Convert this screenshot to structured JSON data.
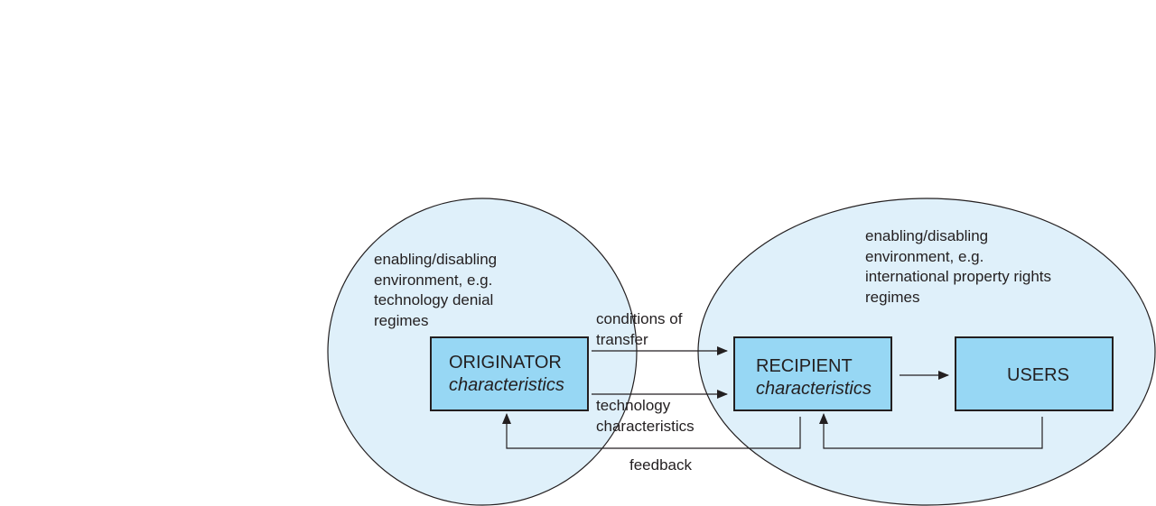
{
  "colors": {
    "ellipse_fill": "#dff0fa",
    "box_fill": "#97d7f4",
    "stroke": "#231f20"
  },
  "left_environment": {
    "lines": [
      "enabling/disabling",
      "environment, e.g.",
      "technology denial",
      "regimes"
    ]
  },
  "right_environment": {
    "lines": [
      "enabling/disabling",
      "environment, e.g.",
      "international property rights",
      "regimes"
    ]
  },
  "originator": {
    "title": "ORIGINATOR",
    "subtitle": "characteristics"
  },
  "recipient": {
    "title": "RECIPIENT",
    "subtitle": "characteristics"
  },
  "users": {
    "title": "USERS"
  },
  "flows": {
    "conditions": [
      "conditions of",
      "transfer"
    ],
    "technology": [
      "technology",
      "characteristics"
    ],
    "feedback": "feedback"
  }
}
